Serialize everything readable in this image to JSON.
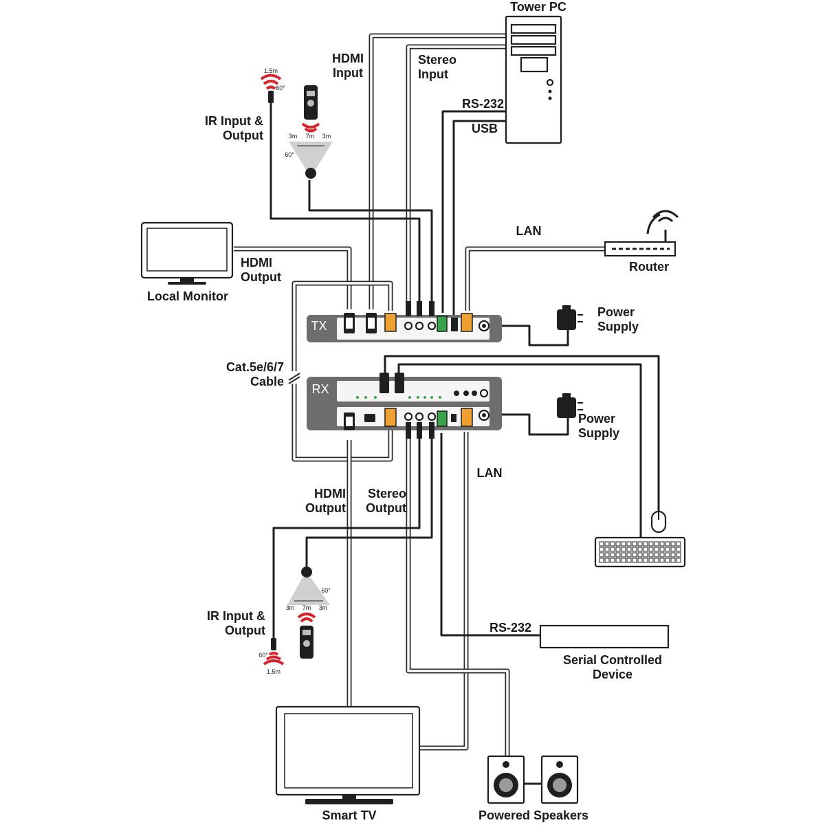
{
  "devices": {
    "tower_pc": "Tower PC",
    "router": "Router",
    "local_monitor": "Local Monitor",
    "tx": "TX",
    "rx": "RX",
    "power_supply_tx": [
      "Power",
      "Supply"
    ],
    "power_supply_rx": [
      "Power",
      "Supply"
    ],
    "smart_tv": "Smart TV",
    "powered_speakers": "Powered Speakers",
    "serial_device": [
      "Serial Controlled",
      "Device"
    ]
  },
  "connections": {
    "hdmi_input": [
      "HDMI",
      "Input"
    ],
    "stereo_input": [
      "Stereo",
      "Input"
    ],
    "rs232_top": "RS-232",
    "usb": "USB",
    "lan_top": "LAN",
    "hdmi_output_top": [
      "HDMI",
      "Output"
    ],
    "ir_top": [
      "IR Input &",
      "Output"
    ],
    "cat_cable": [
      "Cat.5e/6/7",
      "Cable"
    ],
    "lan_bottom": "LAN",
    "hdmi_output_bottom": [
      "HDMI",
      "Output"
    ],
    "stereo_output": [
      "Stereo",
      "Output"
    ],
    "ir_bottom": [
      "IR Input &",
      "Output"
    ],
    "rs232_bottom": "RS-232"
  },
  "ir_specs": {
    "tx_blaster_range": "1.5m",
    "tx_blaster_angle": "60°",
    "tx_receiver_left": "3m",
    "tx_receiver_mid": "7m",
    "tx_receiver_right": "3m",
    "tx_receiver_angle": "60°",
    "rx_receiver_angle": "60°",
    "rx_receiver_left": "3m",
    "rx_receiver_mid": "7m",
    "rx_receiver_right": "3m",
    "rx_blaster_angle": "60°",
    "rx_blaster_range": "1.5m"
  },
  "colors": {
    "device_body": "#6d6d6d",
    "ir_red": "#d8232a",
    "serial_green": "#3aa24a",
    "rj45_orange": "#f0a030"
  }
}
